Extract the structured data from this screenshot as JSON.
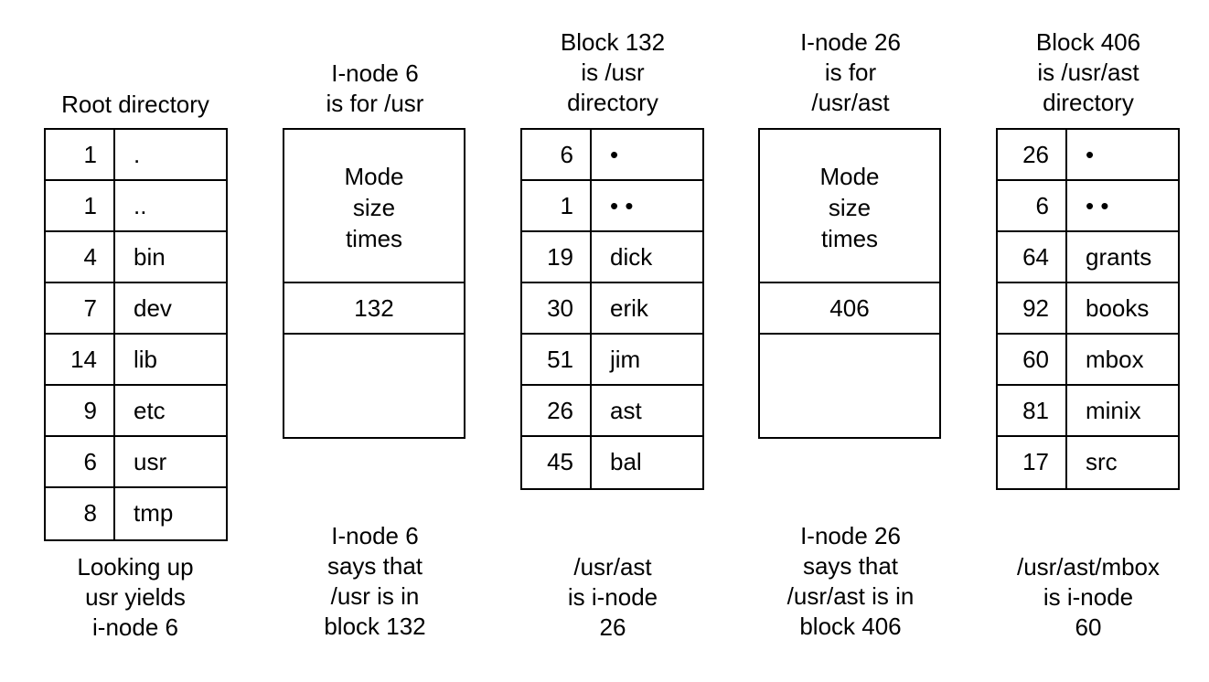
{
  "root": {
    "title": "Root directory",
    "entries": [
      {
        "num": "1",
        "name": "."
      },
      {
        "num": "1",
        "name": ".."
      },
      {
        "num": "4",
        "name": "bin"
      },
      {
        "num": "7",
        "name": "dev"
      },
      {
        "num": "14",
        "name": "lib"
      },
      {
        "num": "9",
        "name": "etc"
      },
      {
        "num": "6",
        "name": "usr"
      },
      {
        "num": "8",
        "name": "tmp"
      }
    ],
    "footer": "Looking up\nusr yields\ni-node 6"
  },
  "inode6": {
    "title": "I-node 6\nis for /usr",
    "attrs": "Mode\nsize\ntimes",
    "block": "132",
    "footer": "I-node 6\nsays that\n/usr is in\nblock 132"
  },
  "block132": {
    "title": "Block 132\nis /usr\ndirectory",
    "entries": [
      {
        "num": "6",
        "name": "•"
      },
      {
        "num": "1",
        "name": "• •"
      },
      {
        "num": "19",
        "name": "dick"
      },
      {
        "num": "30",
        "name": "erik"
      },
      {
        "num": "51",
        "name": "jim"
      },
      {
        "num": "26",
        "name": "ast"
      },
      {
        "num": "45",
        "name": "bal"
      }
    ],
    "footer": "/usr/ast\nis i-node\n26"
  },
  "inode26": {
    "title": "I-node 26\nis for\n/usr/ast",
    "attrs": "Mode\nsize\ntimes",
    "block": "406",
    "footer": "I-node 26\nsays that\n/usr/ast is in\nblock 406"
  },
  "block406": {
    "title": "Block 406\nis /usr/ast\ndirectory",
    "entries": [
      {
        "num": "26",
        "name": "•"
      },
      {
        "num": "6",
        "name": "• •"
      },
      {
        "num": "64",
        "name": "grants"
      },
      {
        "num": "92",
        "name": "books"
      },
      {
        "num": "60",
        "name": "mbox"
      },
      {
        "num": "81",
        "name": "minix"
      },
      {
        "num": "17",
        "name": "src"
      }
    ],
    "footer": "/usr/ast/mbox\nis i-node\n60"
  }
}
